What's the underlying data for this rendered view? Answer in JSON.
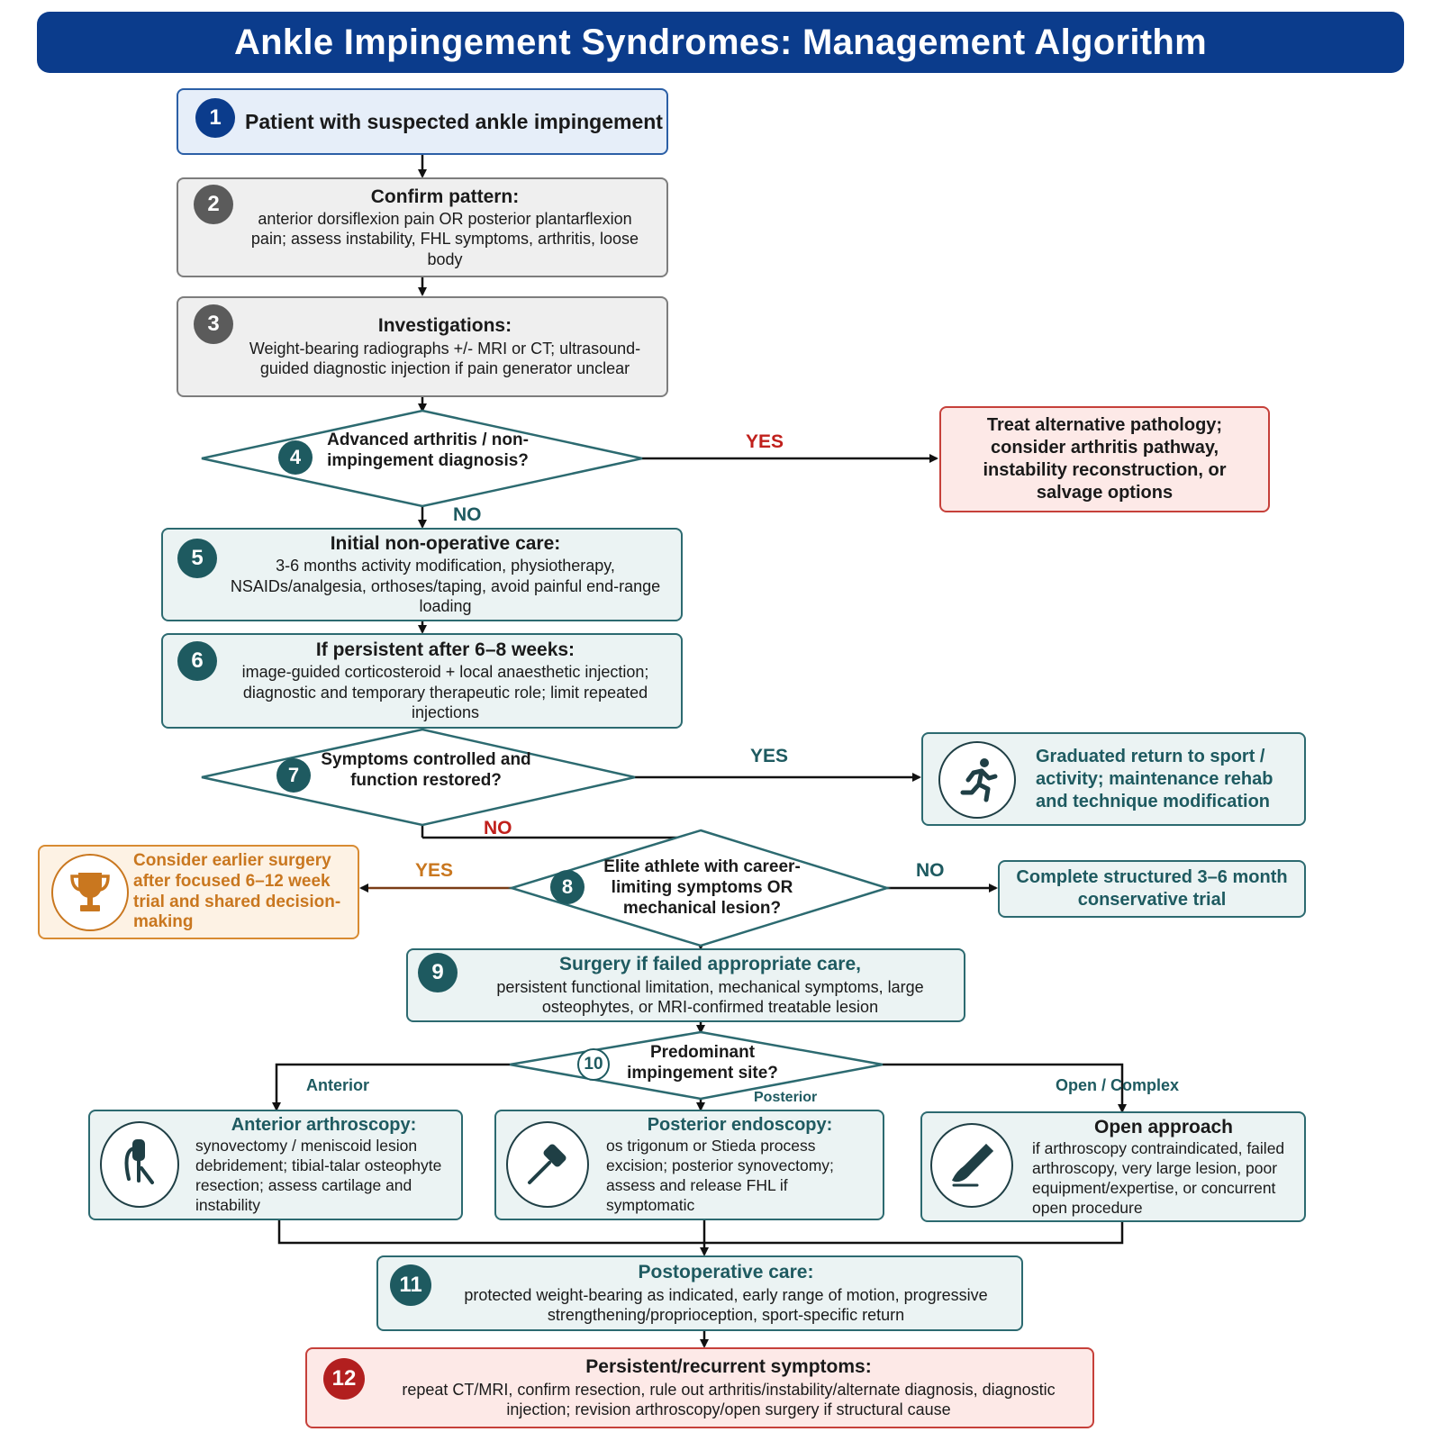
{
  "title": "Ankle Impingement Syndromes: Management Algorithm",
  "colors": {
    "banner": "#0b3c8c",
    "teal": "#1e5a60",
    "red": "#c0201c",
    "orange": "#c9771f"
  },
  "nodes": {
    "n1": {
      "num": "1",
      "title": "Patient with suspected ankle impingement"
    },
    "n2": {
      "num": "2",
      "title": "Confirm pattern:",
      "body": "anterior dorsiflexion pain OR posterior plantarflexion pain; assess instability, FHL symptoms, arthritis, loose body"
    },
    "n3": {
      "num": "3",
      "title": "Investigations:",
      "body": "Weight-bearing radiographs +/- MRI or CT; ultrasound-guided diagnostic injection if pain generator unclear"
    },
    "n4": {
      "num": "4",
      "text": "Advanced arthritis / non-impingement diagnosis?",
      "yes": "YES",
      "no": "NO"
    },
    "alt": {
      "text": "Treat alternative pathology; consider arthritis pathway, instability reconstruction, or salvage options"
    },
    "n5": {
      "num": "5",
      "title": "Initial non-operative care:",
      "body": "3-6 months activity modification, physiotherapy, NSAIDs/analgesia, orthoses/taping, avoid painful end-range loading"
    },
    "n6": {
      "num": "6",
      "title": "If persistent after 6–8 weeks:",
      "body": "image-guided corticosteroid + local anaesthetic injection; diagnostic and temporary therapeutic role; limit repeated injections"
    },
    "n7": {
      "num": "7",
      "text": "Symptoms controlled and function restored?",
      "yes": "YES",
      "no": "NO"
    },
    "rts": {
      "text": "Graduated return to sport / activity; maintenance rehab and technique modification",
      "icon": "runner-icon"
    },
    "n8": {
      "num": "8",
      "text": "Elite athlete with career-limiting symptoms OR mechanical lesion?",
      "yes": "YES",
      "no": "NO"
    },
    "early": {
      "text": "Consider earlier surgery after focused 6–12 week trial and shared decision-making",
      "icon": "trophy-icon"
    },
    "trial": {
      "text": "Complete structured 3–6 month conservative trial"
    },
    "n9": {
      "num": "9",
      "title": "Surgery if failed appropriate care,",
      "body": "persistent functional limitation, mechanical symptoms, large osteophytes, or MRI-confirmed treatable lesion"
    },
    "n10": {
      "num": "10",
      "text": "Predominant impingement site?",
      "anterior": "Anterior",
      "posterior": "Posterior",
      "open": "Open / Complex"
    },
    "ant": {
      "title": "Anterior arthroscopy:",
      "body": "synovectomy / meniscoid lesion debridement; tibial-talar osteophyte resection; assess cartilage and instability",
      "icon": "arthroscope-icon"
    },
    "post": {
      "title": "Posterior endoscopy:",
      "body": "os trigonum or Stieda process excision; posterior synovectomy; assess and release FHL if symptomatic",
      "icon": "shaver-icon"
    },
    "open": {
      "title": "Open approach",
      "body": "if arthroscopy contraindicated, failed arthroscopy, very large lesion, poor equipment/expertise, or concurrent open procedure",
      "icon": "scalpel-icon"
    },
    "n11": {
      "num": "11",
      "title": "Postoperative care:",
      "body": "protected weight-bearing as indicated, early range of motion, progressive strengthening/proprioception, sport-specific return"
    },
    "n12": {
      "num": "12",
      "title": "Persistent/recurrent symptoms:",
      "body": "repeat CT/MRI, confirm resection, rule out arthritis/instability/alternate diagnosis, diagnostic injection; revision arthroscopy/open surgery if structural cause"
    }
  }
}
